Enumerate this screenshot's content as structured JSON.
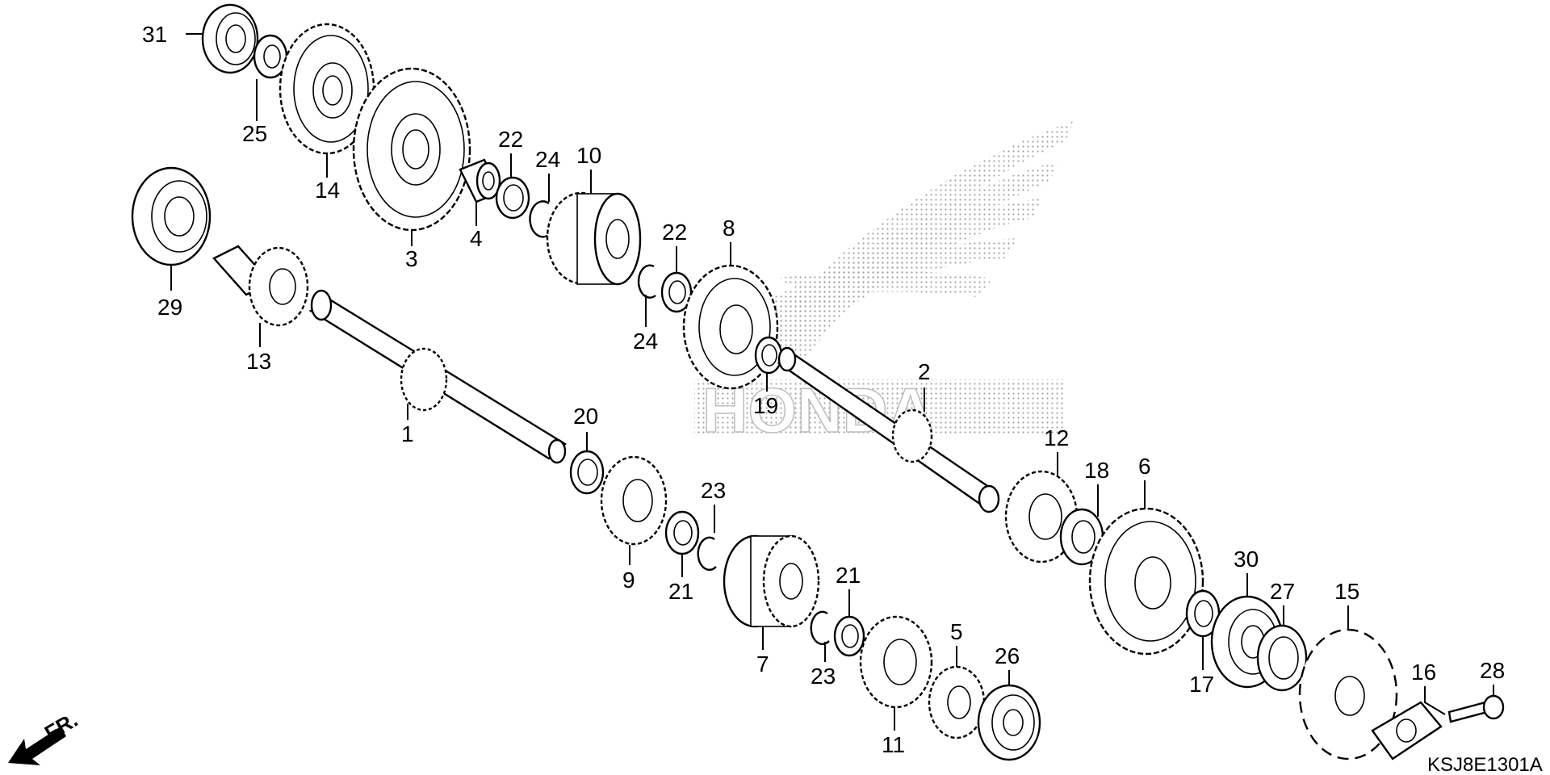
{
  "diagram": {
    "drawing_code": "KSJ8E1301A",
    "direction_label": "FR.",
    "watermark": "HONDA",
    "parts": {
      "p1": "1",
      "p2": "2",
      "p3": "3",
      "p4": "4",
      "p5": "5",
      "p6": "6",
      "p7": "7",
      "p8": "8",
      "p9": "9",
      "p10": "10",
      "p11": "11",
      "p12": "12",
      "p13": "13",
      "p14": "14",
      "p15": "15",
      "p16": "16",
      "p17": "17",
      "p18": "18",
      "p19": "19",
      "p20": "20",
      "p21a": "21",
      "p21b": "21",
      "p22a": "22",
      "p22b": "22",
      "p23a": "23",
      "p23b": "23",
      "p24a": "24",
      "p24b": "24",
      "p25": "25",
      "p26": "26",
      "p27": "27",
      "p28": "28",
      "p29": "29",
      "p30": "30",
      "p31": "31"
    }
  }
}
